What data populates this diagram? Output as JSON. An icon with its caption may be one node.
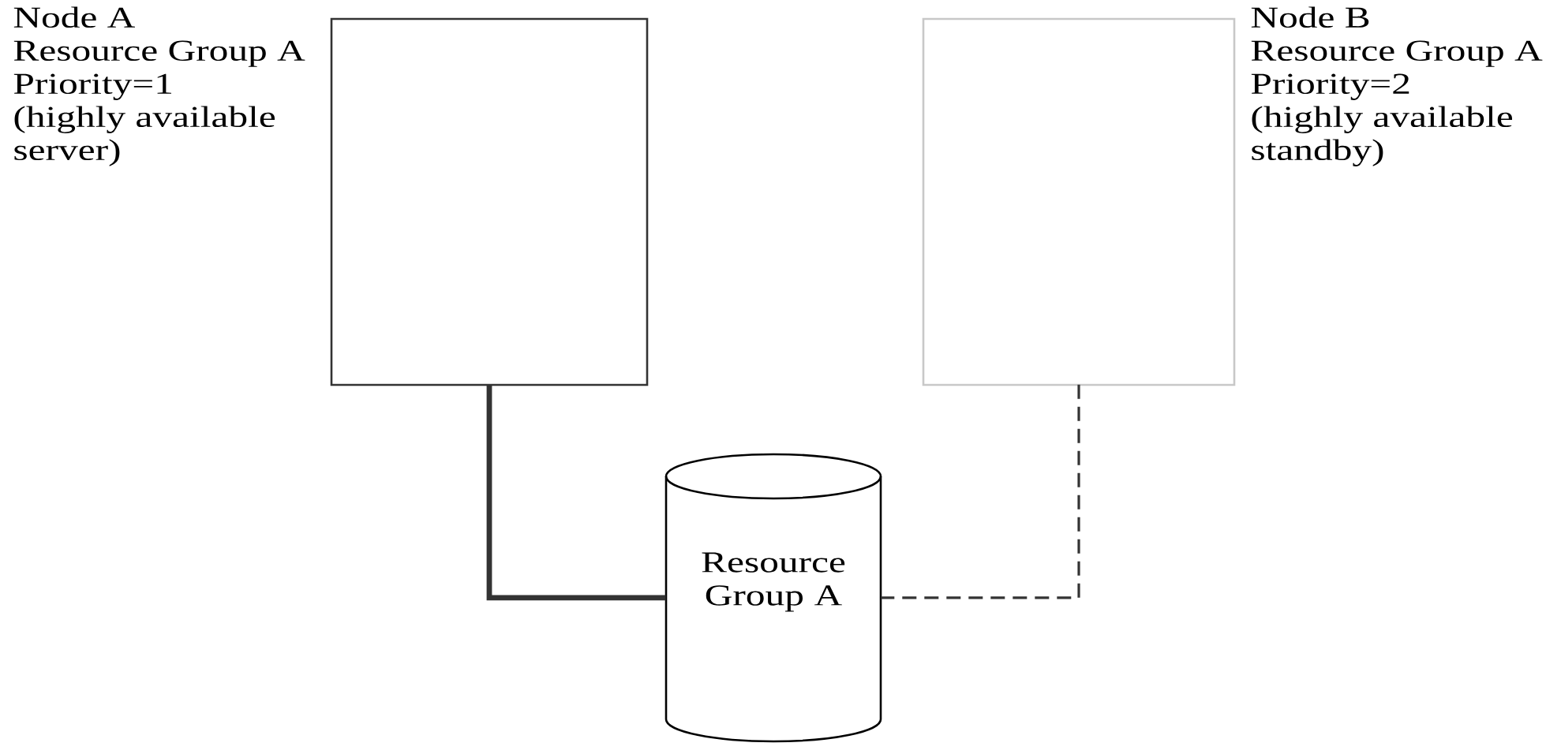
{
  "diagram": {
    "nodes": [
      {
        "text": [
          "Node A",
          "Resource Group A",
          "Priority=1",
          "(highly available server)"
        ]
      },
      {
        "text": [
          "Node B",
          "Resource Group A",
          "Priority=2",
          "(highly available standby)"
        ]
      },
      {
        "text": [
          "Resource Group A"
        ]
      }
    ],
    "edges": [
      {
        "from": 0,
        "to": 2,
        "arrow": "none",
        "style": "thick"
      },
      {
        "from": 1,
        "to": 2,
        "arrow": "none",
        "style": "dashed"
      }
    ]
  }
}
